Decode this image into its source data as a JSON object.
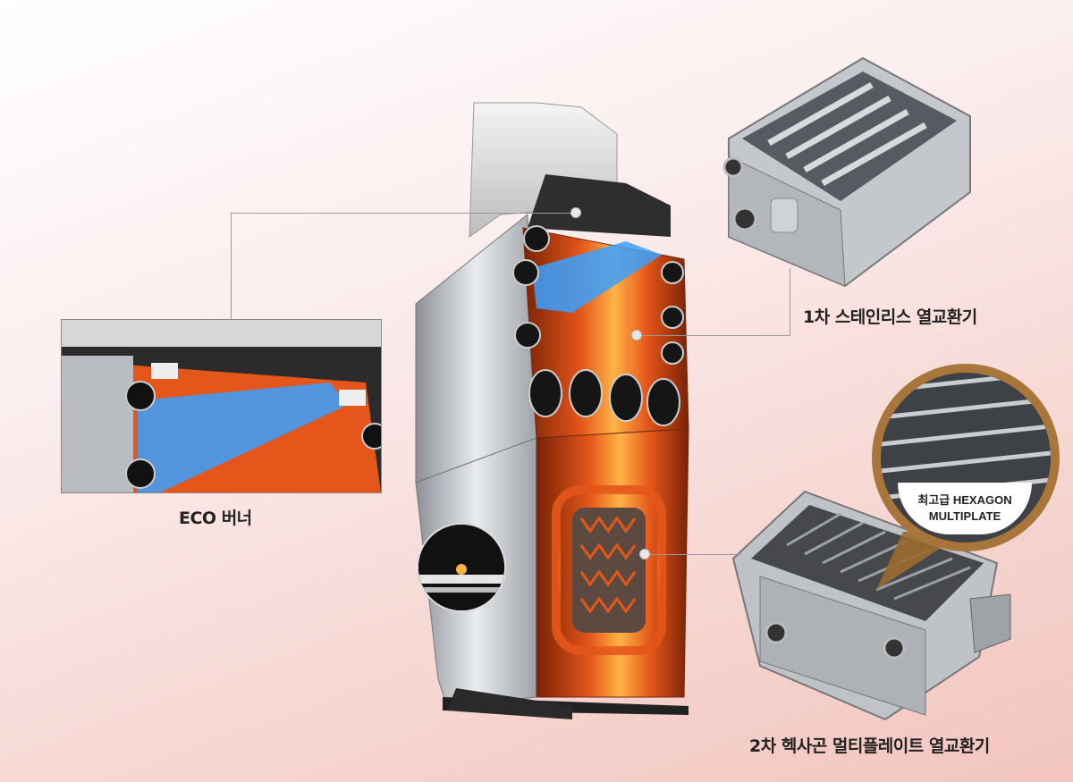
{
  "labels": {
    "eco_burner": "ECO 버너",
    "primary_exchanger": "1차 스테인리스 열교환기",
    "secondary_exchanger": "2차 헥사곤 멀티플레이트 열교환기",
    "badge_line1": "최고급 HEXAGON",
    "badge_line2": "MULTIPLATE"
  },
  "colors": {
    "flame_orange": "#e0561a",
    "flame_blue": "#3aa0ff",
    "badge_bronze": "#a8763a",
    "steel": "#c9ccd0"
  }
}
